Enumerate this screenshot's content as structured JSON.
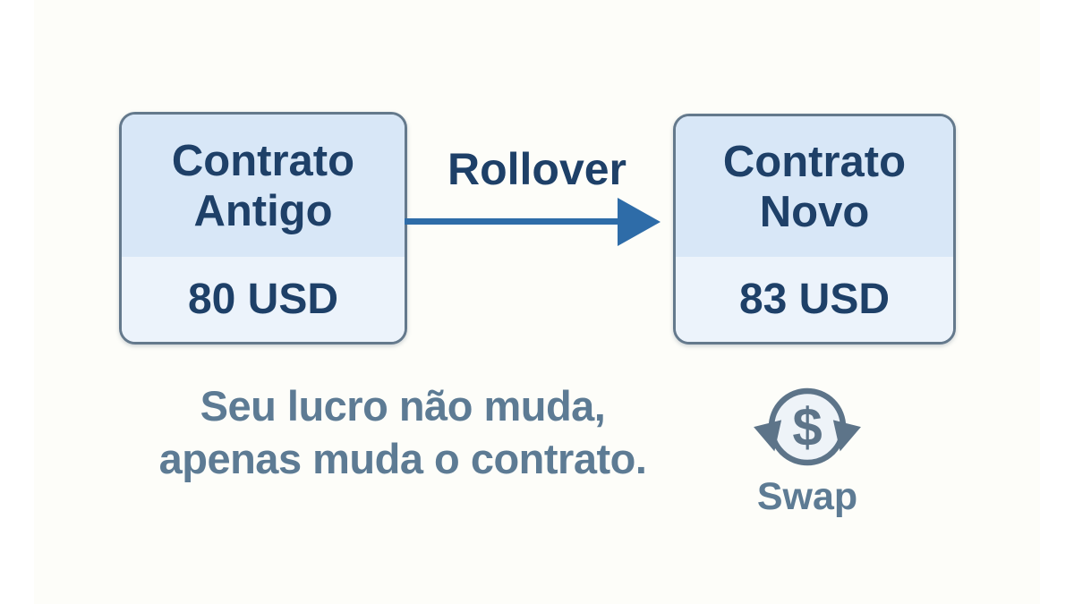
{
  "diagram": {
    "old_contract": {
      "title": "Contrato Antigo",
      "value": "80 USD"
    },
    "new_contract": {
      "title": "Contrato Novo",
      "value": "83 USD"
    },
    "arrow_label": "Rollover",
    "caption": {
      "line1": "Seu lucro não muda,",
      "line2": "apenas muda o contrato."
    },
    "swap": {
      "label": "Swap",
      "symbol": "$"
    }
  },
  "colors": {
    "navy_text": "#1e4068",
    "arrow_blue": "#2e6ca8",
    "card_border": "#64798c",
    "card_top_fill": "#d8e7f7",
    "card_bottom_fill": "#ecf3fb",
    "slate_text": "#5d7b94",
    "icon_slate": "#5d7489",
    "icon_fill": "#eef3f8",
    "background": "#fdfdf9"
  }
}
